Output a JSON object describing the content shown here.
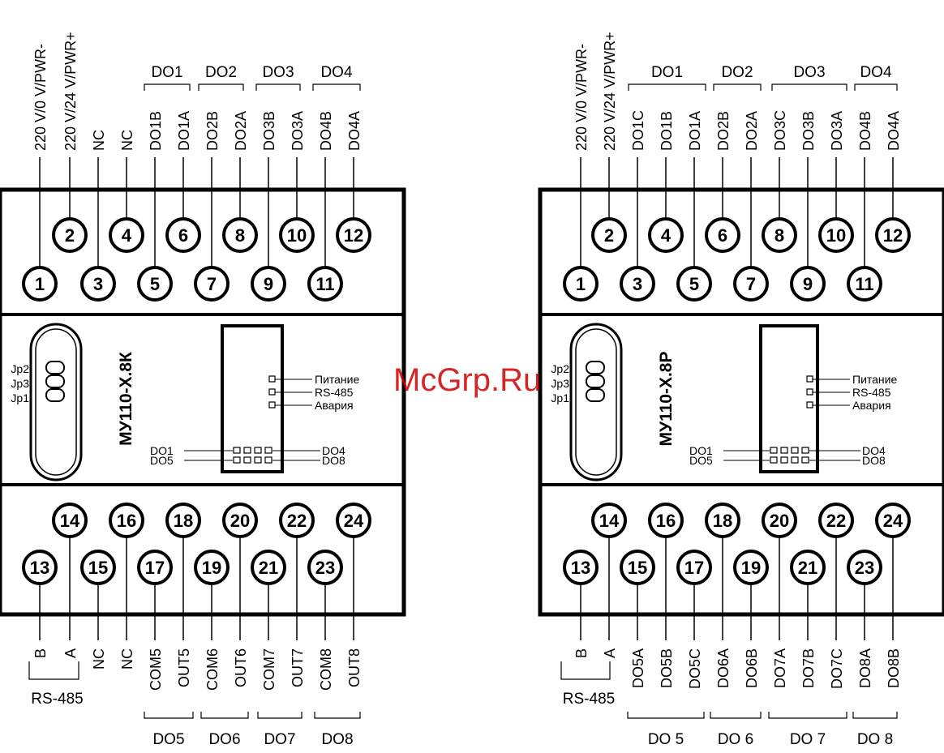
{
  "watermark": "McGrp.Ru",
  "modules": [
    {
      "model": "МУ110-Х.8К",
      "top_labels": [
        "220 V/0 V/PWR-",
        "220 V/24 V/PWR+",
        "NC",
        "NC",
        "DO1B",
        "DO1A",
        "DO2B",
        "DO2A",
        "DO3B",
        "DO3A",
        "DO4B",
        "DO4A"
      ],
      "top_groups": [
        "DO1",
        "DO2",
        "DO3",
        "DO4"
      ],
      "bottom_labels": [
        "B",
        "A",
        "NC",
        "NC",
        "COM5",
        "OUT5",
        "COM6",
        "OUT6",
        "COM7",
        "OUT7",
        "COM8",
        "OUT8"
      ],
      "bottom_groups": [
        "DO5",
        "DO6",
        "DO7",
        "DO8"
      ],
      "rs485": "RS-485",
      "jumpers": [
        "Jp2",
        "Jp3",
        "Jp1"
      ],
      "indicators": [
        "Питание",
        "RS-485",
        "Авария"
      ],
      "led_row_labels": [
        "DO1",
        "DO5",
        "DO4",
        "DO8"
      ],
      "top_pins": [
        "1",
        "2",
        "3",
        "4",
        "5",
        "6",
        "7",
        "8",
        "9",
        "10",
        "11",
        "12"
      ],
      "bottom_pins": [
        "13",
        "14",
        "15",
        "16",
        "17",
        "18",
        "19",
        "20",
        "21",
        "22",
        "23",
        "24"
      ]
    },
    {
      "model": "МУ110-Х.8Р",
      "top_labels": [
        "220 V/0 V/PWR-",
        "220 V/24 V/PWR+",
        "DO1C",
        "DO1B",
        "DO1A",
        "DO2B",
        "DO2A",
        "DO3C",
        "DO3B",
        "DO3A",
        "DO4B",
        "DO4A"
      ],
      "top_groups": [
        "DO1",
        "DO2",
        "DO3",
        "DO4"
      ],
      "bottom_labels": [
        "B",
        "A",
        "DO5A",
        "DO5B",
        "DO5C",
        "DO6A",
        "DO6B",
        "DO7A",
        "DO7B",
        "DO7C",
        "DO8A",
        "DO8B"
      ],
      "bottom_groups": [
        "DO 5",
        "DO 6",
        "DO 7",
        "DO 8"
      ],
      "rs485": "RS-485",
      "jumpers": [
        "Jp2",
        "Jp3",
        "Jp1"
      ],
      "indicators": [
        "Питание",
        "RS-485",
        "Авария"
      ],
      "led_row_labels": [
        "DO1",
        "DO5",
        "DO4",
        "DO8"
      ],
      "top_pins": [
        "1",
        "2",
        "3",
        "4",
        "5",
        "6",
        "7",
        "8",
        "9",
        "10",
        "11",
        "12"
      ],
      "bottom_pins": [
        "13",
        "14",
        "15",
        "16",
        "17",
        "18",
        "19",
        "20",
        "21",
        "22",
        "23",
        "24"
      ]
    }
  ]
}
